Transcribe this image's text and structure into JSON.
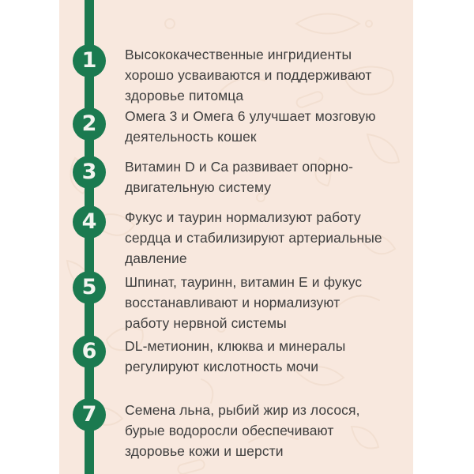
{
  "colors": {
    "page_background": "#ffffff",
    "panel_background": "#f8e8de",
    "accent_green": "#1b7a50",
    "text_color": "#3e3e3e",
    "badge_number_color": "#f2f4ef",
    "watermark_stroke": "#efdaca"
  },
  "items": [
    {
      "number": "1",
      "text": "Высококачественные ингридиенты\nхорошо усваиваются и поддерживают\nздоровье питомца"
    },
    {
      "number": "2",
      "text": "Омега 3 и Омега 6 улучшает мозговую\nдеятельность кошек"
    },
    {
      "number": "3",
      "text": "Витамин D и Ca развивает опорно-\nдвигательную систему"
    },
    {
      "number": "4",
      "text": "Фукус и таурин нормализуют работу\nсердца и стабилизируют артериальные\nдавление"
    },
    {
      "number": "5",
      "text": "Шпинат, тауринн, витамин Е и фукус\nвосстанавливают и нормализуют\nработу нервной системы"
    },
    {
      "number": "6",
      "text": "DL-метионин, клюква и минералы\nрегулируют кислотность мочи"
    },
    {
      "number": "7",
      "text": "Семена льна, рыбий жир из лосося,\nбурые водоросли обеспечивают\nздоровье кожи и шерсти"
    }
  ]
}
